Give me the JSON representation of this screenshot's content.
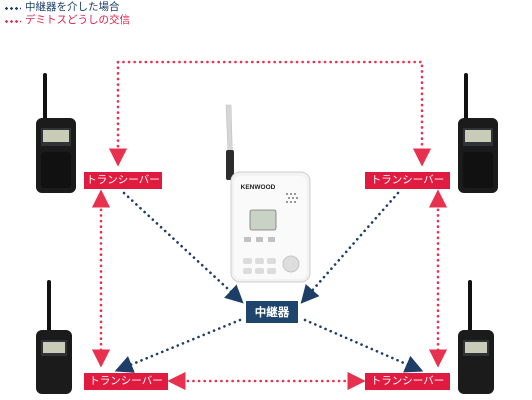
{
  "legend": [
    {
      "text": "中継器を介した場合",
      "color": "#1d3f67",
      "style": "dotted"
    },
    {
      "text": "デミトスどうしの交信",
      "color": "#dd1c46",
      "style": "dotted"
    }
  ],
  "colors": {
    "repeater_path": "#1d3f67",
    "direct_path": "#e8304f",
    "tag_bg": "#e11b40",
    "repeater_bg": "#1f456d"
  },
  "nodes": {
    "transceiver_label": "トランシーバー",
    "repeater_label": "中継器",
    "repeater_brand": "KENWOOD"
  }
}
